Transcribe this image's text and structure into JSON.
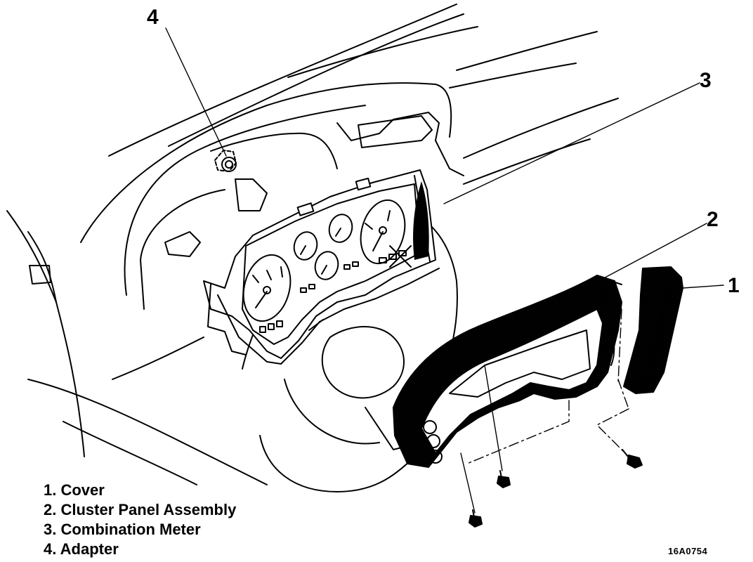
{
  "callouts": {
    "adapter": "4",
    "combination_meter": "3",
    "cluster_panel": "2",
    "cover": "1"
  },
  "legend": [
    "1. Cover",
    "2. Cluster Panel Assembly",
    "3. Combination Meter",
    "4. Adapter"
  ],
  "figure_code": "16A0754",
  "colors": {
    "ink": "#000000",
    "paper": "#ffffff",
    "shade": "#9a9a9a"
  }
}
